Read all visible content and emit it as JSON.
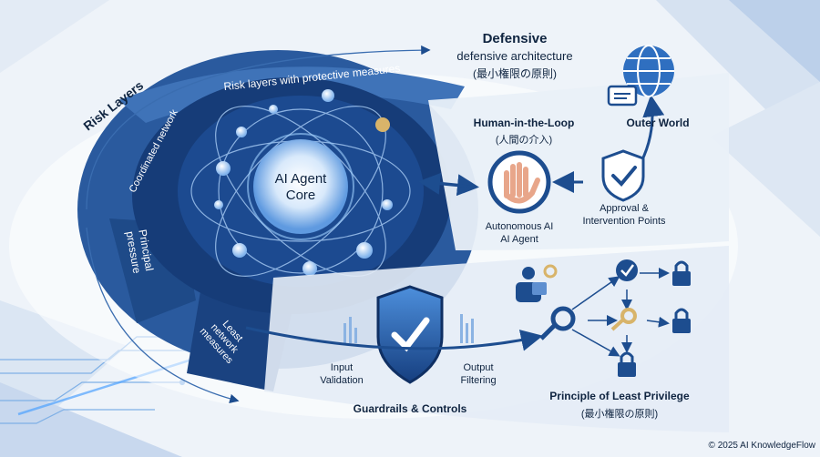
{
  "diagram": {
    "core": {
      "line1": "AI Agent",
      "line2": "Core"
    },
    "ring_labels": {
      "risk_layers": "Risk Layers",
      "risk_layers_protective": "Risk layers with protective measures",
      "coordinated_network": "Coordinated network",
      "principal_pressure_1": "Principal",
      "principal_pressure_2": "pressure",
      "least_network_1": "Least",
      "least_network_2": "network",
      "least_network_3": "measures"
    },
    "defensive": {
      "title": "Defensive",
      "subtitle": "defensive architecture",
      "japanese": "(最小権限の原則)"
    },
    "human_in_loop": {
      "title": "Human-in-the-Loop",
      "japanese": "(人間の介入)"
    },
    "autonomous": {
      "line1": "Autonomous AI",
      "line2": "AI Agent"
    },
    "approval": {
      "line1": "Approval &",
      "line2": "Intervention Points"
    },
    "outer_world": "Outer World",
    "guardrails": {
      "title": "Guardrails & Controls",
      "input_1": "Input",
      "input_2": "Validation",
      "output_1": "Output",
      "output_2": "Filtering"
    },
    "least_privilege": {
      "title": "Principle of Least Privilege",
      "japanese": "(最小権限の原則)"
    },
    "copyright": "© 2025 AI KnowledgeFlow",
    "icons": [
      "globe-icon",
      "chat-bubble-icon",
      "hand-icon",
      "shield-check-icon",
      "key-icon",
      "lock-icon",
      "user-icon",
      "check-circle-icon"
    ],
    "colors": {
      "navy": "#1d4d8f",
      "dark_navy": "#0f2f63",
      "accent": "#2f6fc0",
      "light": "#dfe8f4",
      "gold": "#d8b46a"
    }
  }
}
